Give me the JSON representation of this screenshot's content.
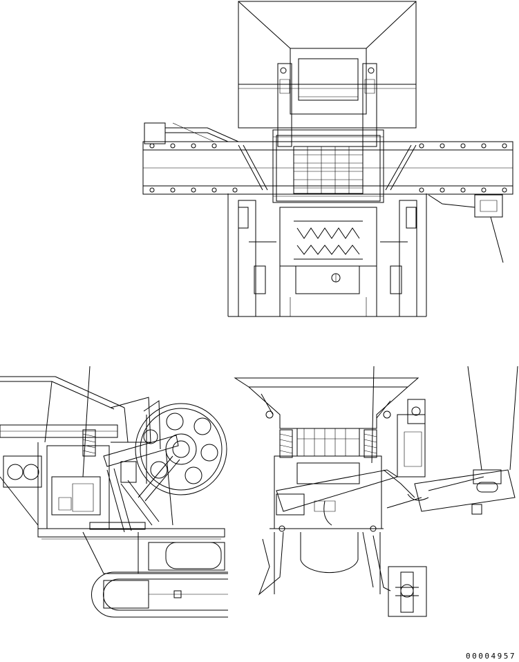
{
  "drawing": {
    "number": "00004957",
    "views": [
      "top-view",
      "left-side-view",
      "rear-view"
    ],
    "ink_color": "#000000",
    "paper_color": "#ffffff"
  }
}
